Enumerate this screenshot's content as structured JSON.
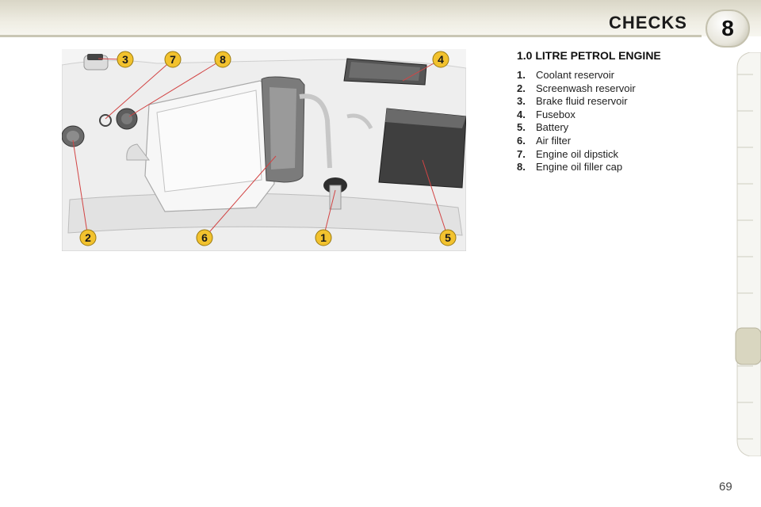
{
  "header": {
    "title": "CHECKS",
    "chapter_number": "8"
  },
  "section": {
    "title": "1.0 LITRE PETROL ENGINE"
  },
  "legend": [
    {
      "num": "1.",
      "label": "Coolant reservoir"
    },
    {
      "num": "2.",
      "label": "Screenwash reservoir"
    },
    {
      "num": "3.",
      "label": "Brake fluid reservoir"
    },
    {
      "num": "4.",
      "label": "Fusebox"
    },
    {
      "num": "5.",
      "label": "Battery"
    },
    {
      "num": "6.",
      "label": "Air filter"
    },
    {
      "num": "7.",
      "label": "Engine oil dipstick"
    },
    {
      "num": "8.",
      "label": "Engine oil filler cap"
    }
  ],
  "figure": {
    "callouts": [
      "3",
      "7",
      "8",
      "4",
      "2",
      "6",
      "1",
      "5"
    ]
  },
  "page_number": "69",
  "colors": {
    "callout_fill": "#f2c22e",
    "leader_line": "#d24444",
    "active_tab": "#d9d6c0",
    "header_band": "#e6e3d4"
  }
}
